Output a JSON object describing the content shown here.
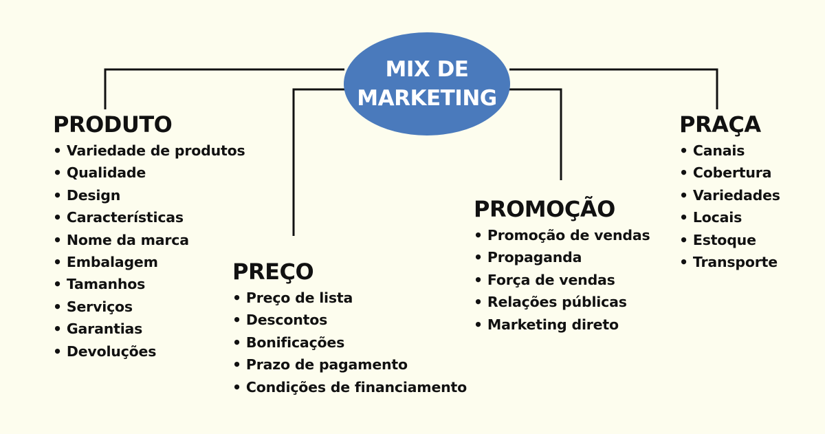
{
  "center": {
    "line1": "MIX DE",
    "line2": "MARKETING"
  },
  "colors": {
    "background": "#fdfdee",
    "center_fill": "#4a7abc",
    "center_text": "#ffffff",
    "text": "#111111",
    "lines": "#111111"
  },
  "branches": [
    {
      "title": "PRODUTO",
      "items": [
        "Variedade de produtos",
        "Qualidade",
        "Design",
        "Características",
        "Nome da marca",
        "Embalagem",
        "Tamanhos",
        "Serviços",
        "Garantias",
        "Devoluções"
      ]
    },
    {
      "title": "PREÇO",
      "items": [
        "Preço de lista",
        "Descontos",
        "Bonificações",
        "Prazo de pagamento",
        "Condições de financiamento"
      ]
    },
    {
      "title": "PROMOÇÃO",
      "items": [
        "Promoção de vendas",
        "Propaganda",
        "Força de vendas",
        "Relações públicas",
        "Marketing direto"
      ]
    },
    {
      "title": "PRAÇA",
      "items": [
        "Canais",
        "Cobertura",
        "Variedades",
        "Locais",
        "Estoque",
        "Transporte"
      ]
    }
  ]
}
